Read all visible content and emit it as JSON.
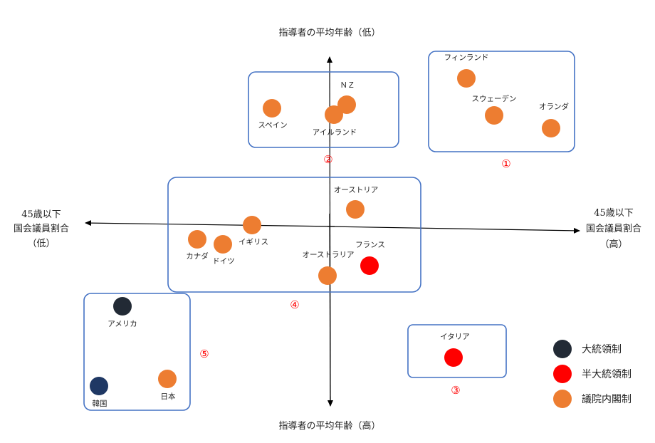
{
  "axes": {
    "top": "指導者の平均年齢（低）",
    "bottom": "指導者の平均年齢（高）",
    "left": [
      "45歳以下",
      "国会議員割合",
      "（低）"
    ],
    "right": [
      "45歳以下",
      "国会議員割合",
      "（高）"
    ]
  },
  "colors": {
    "presidential": "#222a35",
    "presidential_korea": "#1f3864",
    "semi_presidential": "#ff0000",
    "parliamentary": "#ed7d31",
    "group_box": "#4472c4",
    "group_number": "#ff0000"
  },
  "groups": [
    {
      "id": "g1",
      "label": "①"
    },
    {
      "id": "g2",
      "label": "②"
    },
    {
      "id": "g3",
      "label": "③"
    },
    {
      "id": "g4",
      "label": "④"
    },
    {
      "id": "g5",
      "label": "⑤"
    }
  ],
  "countries": [
    {
      "id": "finland",
      "name": "フィンランド",
      "system": "parliamentary"
    },
    {
      "id": "sweden",
      "name": "スウェーデン",
      "system": "parliamentary"
    },
    {
      "id": "netherlands",
      "name": "オランダ",
      "system": "parliamentary"
    },
    {
      "id": "nz",
      "name": "ＮＺ",
      "system": "parliamentary"
    },
    {
      "id": "spain",
      "name": "スペイン",
      "system": "parliamentary"
    },
    {
      "id": "ireland",
      "name": "アイルランド",
      "system": "parliamentary"
    },
    {
      "id": "austria-1",
      "name": "オーストリア",
      "system": "parliamentary"
    },
    {
      "id": "uk",
      "name": "イギリス",
      "system": "parliamentary"
    },
    {
      "id": "canada",
      "name": "カナダ",
      "system": "parliamentary"
    },
    {
      "id": "germany",
      "name": "ドイツ",
      "system": "parliamentary"
    },
    {
      "id": "austria-2",
      "name": "オーストラリア",
      "system": "parliamentary"
    },
    {
      "id": "france",
      "name": "フランス",
      "system": "semi_presidential"
    },
    {
      "id": "italy",
      "name": "イタリア",
      "system": "semi_presidential"
    },
    {
      "id": "usa",
      "name": "アメリカ",
      "system": "presidential"
    },
    {
      "id": "korea",
      "name": "韓国",
      "system": "presidential"
    },
    {
      "id": "japan",
      "name": "日本",
      "system": "parliamentary"
    }
  ],
  "legend": [
    {
      "id": "presidential",
      "label": "大統領制"
    },
    {
      "id": "semi_presidential",
      "label": "半大統領制"
    },
    {
      "id": "parliamentary",
      "label": "議院内閣制"
    }
  ]
}
